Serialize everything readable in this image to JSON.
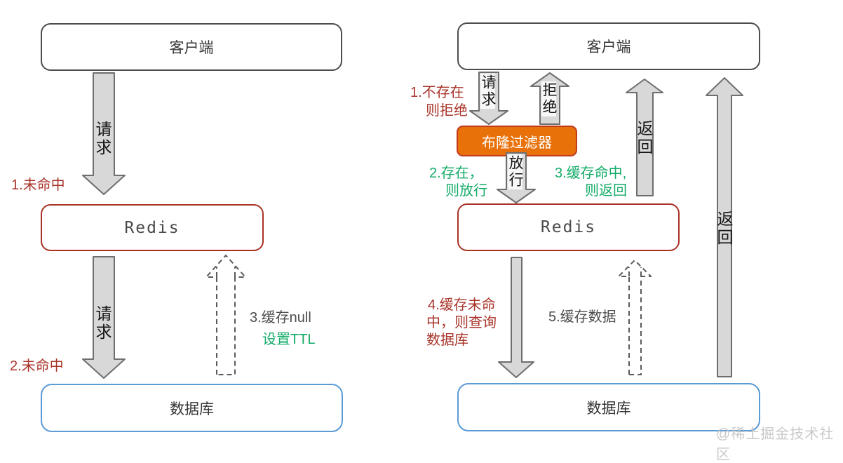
{
  "left": {
    "client": "客户端",
    "redis": "Redis",
    "db": "数据库",
    "arrow1_label": "请求",
    "arrow2_label": "请求",
    "step1": "1.未命中",
    "step2": "2.未命中",
    "step3_cache_null": "3.缓存null",
    "step3_set_ttl": "设置TTL"
  },
  "right": {
    "client": "客户端",
    "bloom_filter": "布隆过滤器",
    "redis": "Redis",
    "db": "数据库",
    "request_label": "请求",
    "reject_label": "拒绝",
    "pass_label": "放行",
    "return_mid_label": "返回",
    "return_right_label": "返回",
    "step1": [
      "1.不存在",
      "则拒绝"
    ],
    "step2": [
      "2.存在，",
      "则放行"
    ],
    "step3": [
      "3.缓存命中,",
      "则返回"
    ],
    "step4": [
      "4.缓存未命",
      "中，则查询",
      "数据库"
    ],
    "step5": "5.缓存数据"
  },
  "watermark": "@稀土掘金技术社区",
  "colors": {
    "step_red": "#a9342a",
    "step_green": "#13ab67",
    "step_gray": "#4d4d4d",
    "client_border": "#4d4d4d",
    "redis_border": "#a93226",
    "db_border": "#5b9bd5",
    "bloom_fill": "#e8710a",
    "bloom_border": "#c13a1d",
    "arrow_fill": "#d8d8d8",
    "arrow_stroke": "#6e6e6e",
    "watermark": "#c9c9c9"
  }
}
